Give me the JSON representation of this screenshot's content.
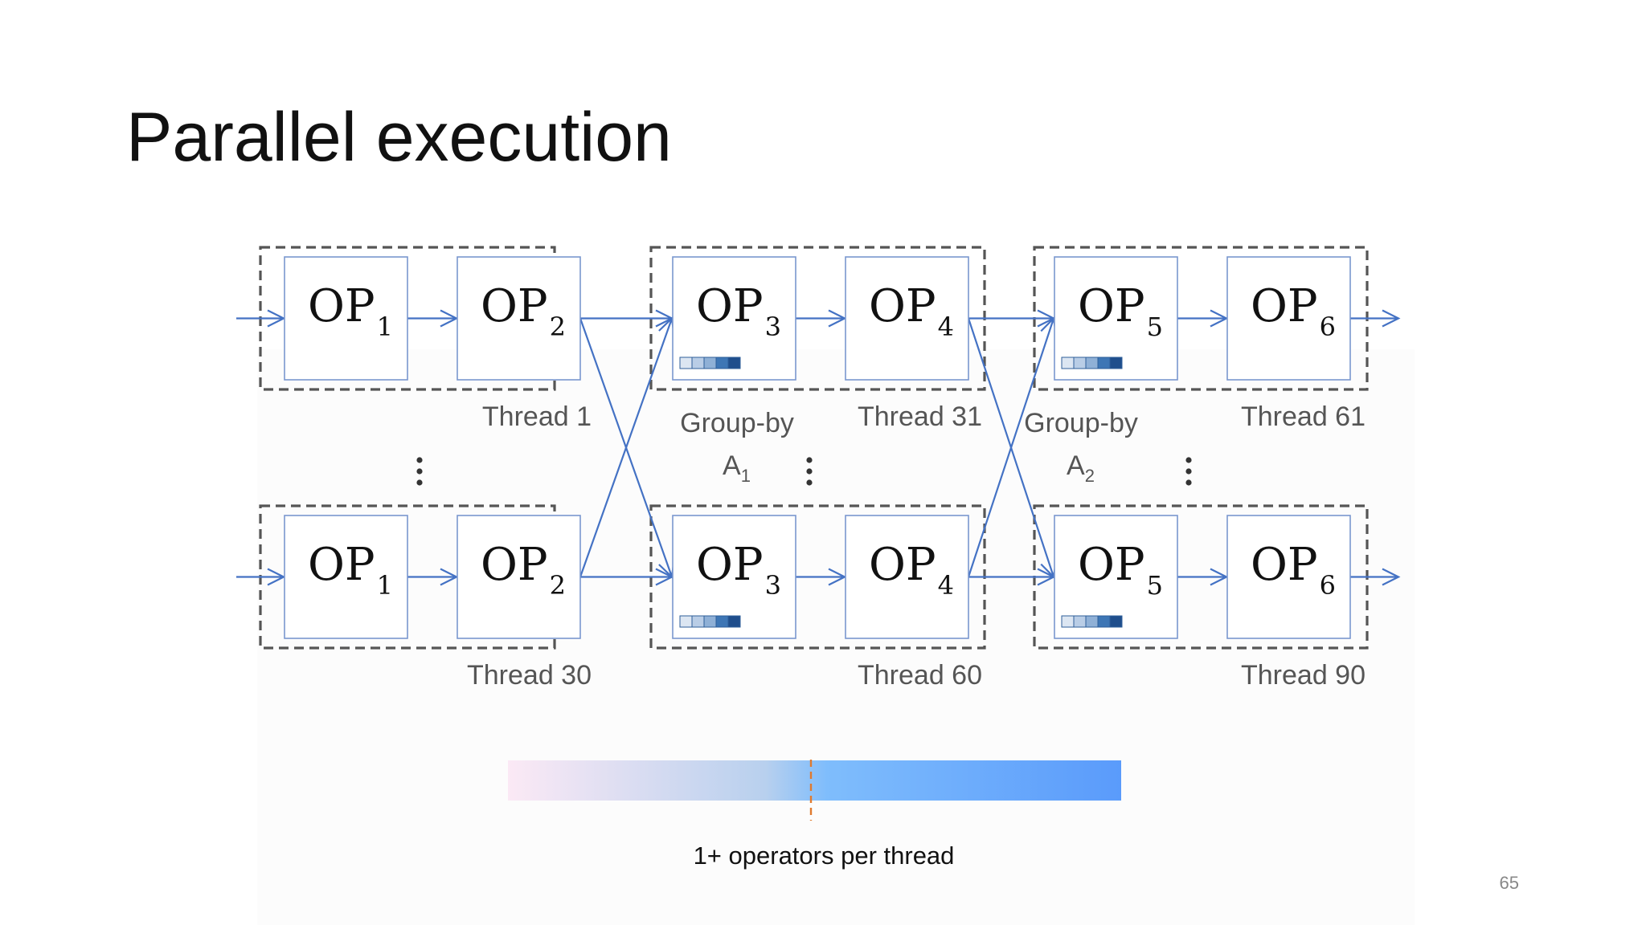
{
  "slide": {
    "title": "Parallel execution",
    "page_number": "65"
  },
  "operators": {
    "prefix": "OP",
    "subscripts": [
      "1",
      "2",
      "3",
      "4",
      "5",
      "6"
    ]
  },
  "threads": {
    "top": [
      "Thread 1",
      "Thread 31",
      "Thread 61"
    ],
    "bottom": [
      "Thread 30",
      "Thread 60",
      "Thread 90"
    ]
  },
  "group_by": [
    {
      "label": "Group-by",
      "attr": "A",
      "sub": "1"
    },
    {
      "label": "Group-by",
      "attr": "A",
      "sub": "2"
    }
  ],
  "partition_palette": [
    "#dce6f2",
    "#b9cde6",
    "#8fb0d6",
    "#3e76b5",
    "#1f4e8c"
  ],
  "scale": {
    "label": "1+ operators per thread",
    "gradient_colors": [
      "#fbe9f5",
      "#b8d0ee",
      "#7fbdfc",
      "#5a9bfb"
    ]
  },
  "colors": {
    "flow": "#4472c4",
    "marker": "#e07a2e"
  }
}
